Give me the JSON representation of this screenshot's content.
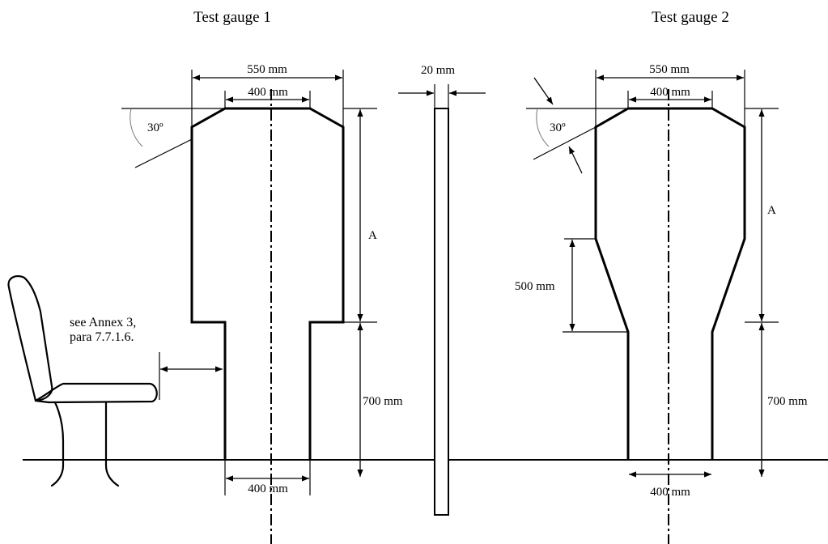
{
  "gauge1": {
    "title": "Test gauge 1",
    "top_width": "550 mm",
    "top_inner_width": "400 mm",
    "angle": "30º",
    "height_A": "A",
    "lower_height": "700 mm",
    "bottom_width": "400 mm"
  },
  "gauge2": {
    "title": "Test gauge 2",
    "top_width": "550 mm",
    "top_inner_width": "400 mm",
    "angle": "30º",
    "height_A": "A",
    "taper_height": "500 mm",
    "lower_height": "700 mm",
    "bottom_width": "400 mm"
  },
  "plate": {
    "thickness": "20 mm"
  },
  "seat_note": {
    "line1": "see Annex 3,",
    "line2": "para  7.7.1.6."
  }
}
